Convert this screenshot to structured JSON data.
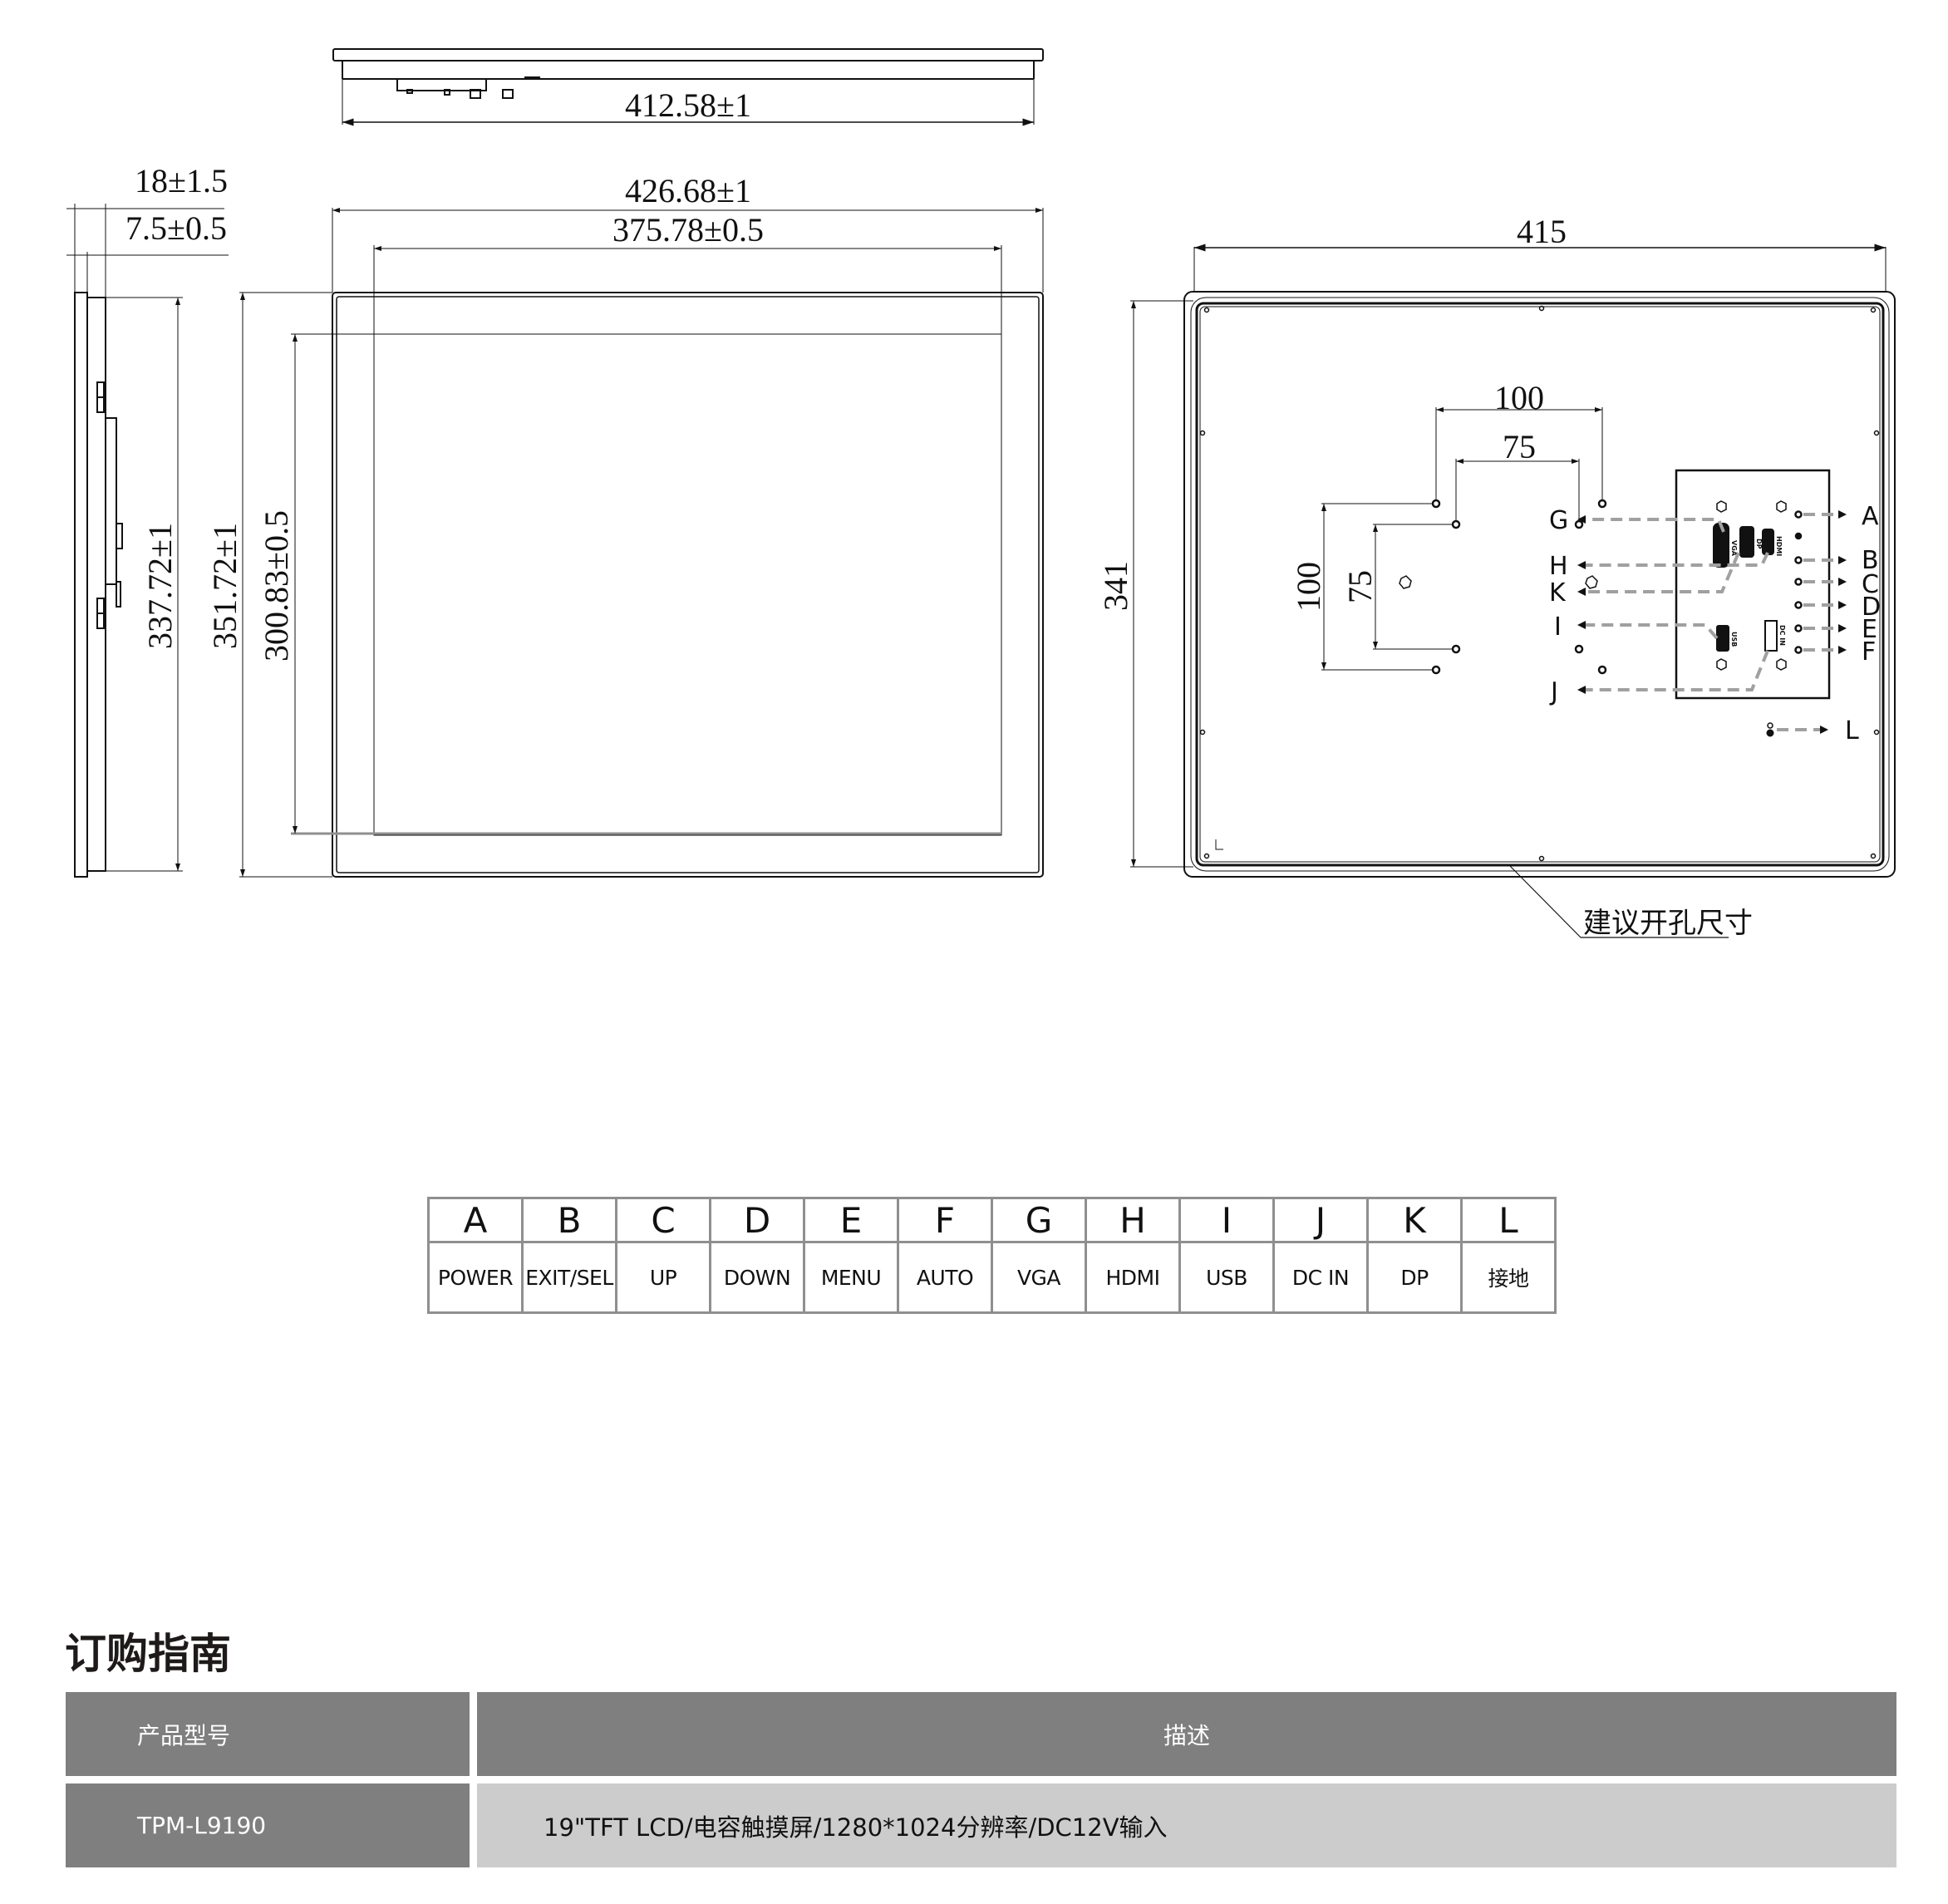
{
  "drawing": {
    "top_view": {
      "width_label": "412.58±1"
    },
    "side_view": {
      "depth_label": "18±1.5",
      "bezel_label": "7.5±0.5",
      "body_height_label": "337.72±1"
    },
    "front_view": {
      "overall_width_label": "426.68±1",
      "display_width_label": "375.78±0.5",
      "overall_height_label": "351.72±1",
      "display_height_label": "300.83±0.5"
    },
    "rear_view": {
      "cutout_width_label": "415",
      "cutout_height_label": "341",
      "vesa_h_outer_label": "100",
      "vesa_h_inner_label": "75",
      "vesa_v_outer_label": "100",
      "vesa_v_inner_label": "75",
      "cutout_note": "建议开孔尺寸",
      "port_markings": {
        "vga": "VGA",
        "dp": "DP",
        "hdmi": "HDMI",
        "usb": "USB",
        "dcin": "DC IN"
      },
      "callouts": [
        "A",
        "B",
        "C",
        "D",
        "E",
        "F",
        "G",
        "H",
        "K",
        "I",
        "J",
        "L"
      ]
    }
  },
  "legend": {
    "columns": [
      {
        "key": "A",
        "name": "POWER"
      },
      {
        "key": "B",
        "name": "EXIT/SEL"
      },
      {
        "key": "C",
        "name": "UP"
      },
      {
        "key": "D",
        "name": "DOWN"
      },
      {
        "key": "E",
        "name": "MENU"
      },
      {
        "key": "F",
        "name": "AUTO"
      },
      {
        "key": "G",
        "name": "VGA"
      },
      {
        "key": "H",
        "name": "HDMI"
      },
      {
        "key": "I",
        "name": "USB"
      },
      {
        "key": "J",
        "name": "DC IN"
      },
      {
        "key": "K",
        "name": "DP"
      },
      {
        "key": "L",
        "name": "接地"
      }
    ]
  },
  "order_guide": {
    "title": "订购指南",
    "headers": {
      "model": "产品型号",
      "description": "描述"
    },
    "rows": [
      {
        "model": "TPM-L9190",
        "description": "19\"TFT LCD/电容触摸屏/1280*1024分辨率/DC12V输入"
      }
    ]
  },
  "colors": {
    "line": "#111111",
    "dashed_leader": "#a0a0a0",
    "table_border": "#8f8f8f",
    "header_bg": "#7f7f7f",
    "row_bg": "#cccccc"
  }
}
